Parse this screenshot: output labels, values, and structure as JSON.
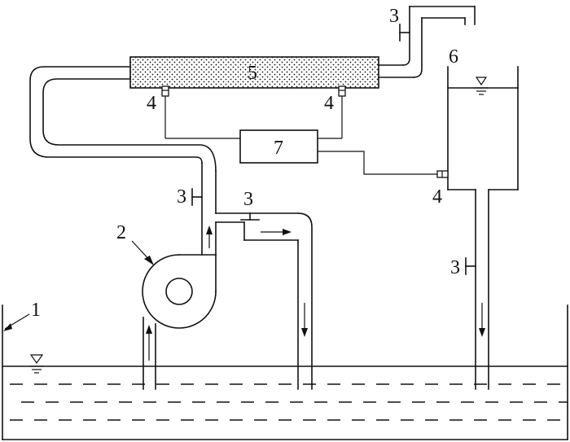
{
  "labels": {
    "vessel": "1",
    "pump": "2",
    "valve_top": "3",
    "valve_left_riser": "3",
    "valve_bypass": "3",
    "valve_right_drain": "3",
    "sensor_left": "4",
    "sensor_right": "4",
    "sensor_tank": "4",
    "heated_tube": "5",
    "tank": "6",
    "controller": "7"
  }
}
